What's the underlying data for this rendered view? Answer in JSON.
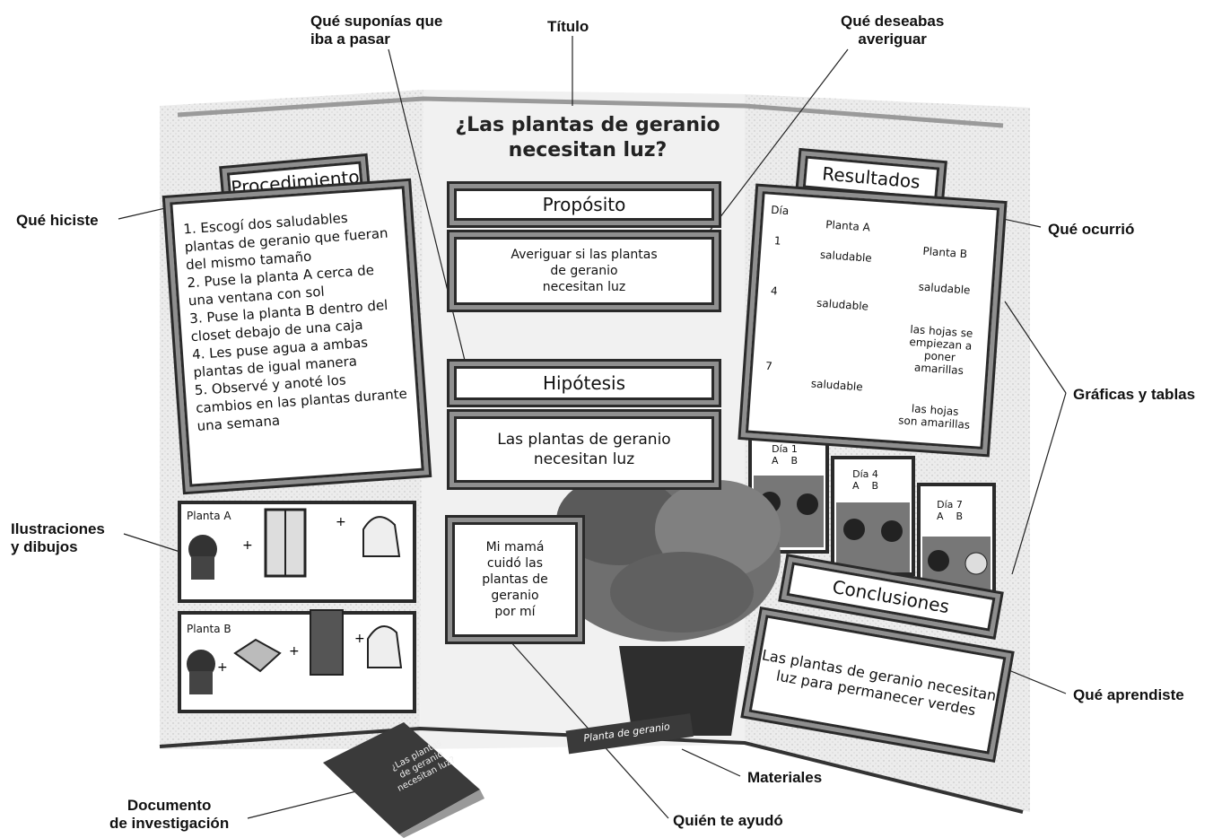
{
  "callouts": {
    "hypothesis": "Qué suponías que\niba a pasar",
    "title": "Título",
    "purpose": "Qué deseabas\naveriguar",
    "procedure": "Qué hiciste",
    "results": "Qué ocurrió",
    "charts": "Gráficas y tablas",
    "illustrations": "Ilustraciones\ny dibujos",
    "conclusions": "Qué aprendiste",
    "materials": "Materiales",
    "helper": "Quién te ayudó",
    "document": "Documento\nde investigación"
  },
  "board": {
    "title": "¿Las plantas de geranio\nnecesitan luz?",
    "procedure_header": "Procedimiento",
    "procedure_steps": [
      "1. Escogí dos saludables plantas de geranio que fueran del mismo tamaño",
      "2. Puse la planta A cerca de una ventana con sol",
      "3. Puse la planta B dentro del closet debajo de una caja",
      "4. Les puse agua a ambas plantas de igual manera",
      "5. Observé y anoté los cambios en las plantas durante una semana"
    ],
    "plant_a_label": "Planta A",
    "plant_b_label": "Planta B",
    "purpose_header": "Propósito",
    "purpose_text": "Averiguar si las plantas\nde geranio\nnecesitan luz",
    "hypothesis_header": "Hipótesis",
    "hypothesis_text": "Las plantas de geranio\nnecesitan luz",
    "helper_text": "Mi mamá\ncuidó las\nplantas de\ngeranio\npor mí",
    "results_header": "Resultados",
    "results_table": {
      "col_day": "Día",
      "col_a": "Planta A",
      "col_b": "Planta B",
      "rows": [
        {
          "day": "1",
          "a": "saludable",
          "b": "saludable"
        },
        {
          "day": "4",
          "a": "saludable",
          "b": "las hojas se\nempiezan a\nponer\namarillas"
        },
        {
          "day": "7",
          "a": "saludable",
          "b": "las hojas\nson amarillas"
        }
      ]
    },
    "day_panels": [
      {
        "label": "Día 1",
        "a": "A",
        "b": "B"
      },
      {
        "label": "Día 4",
        "a": "A",
        "b": "B"
      },
      {
        "label": "Día 7",
        "a": "A",
        "b": "B"
      }
    ],
    "conclusions_header": "Conclusiones",
    "conclusions_text": "Las plantas de geranio necesitan\nluz para permanecer verdes",
    "plant_tag": "Planta de geranio",
    "book_title": "¿Las plantas\nde geranio\nnecesitan luz?"
  },
  "colors": {
    "frame_dark": "#2a2a2a",
    "frame_mid": "#8f8f8f",
    "board": "#e6e6e6",
    "book": "#3a3a3a"
  }
}
